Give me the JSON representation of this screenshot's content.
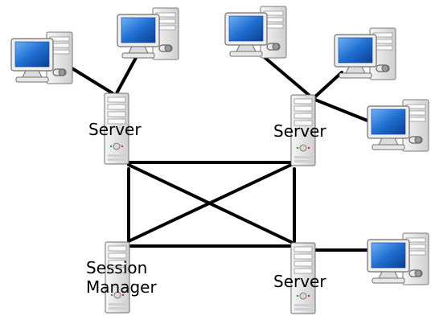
{
  "labels": {
    "server_top_left": "Server",
    "server_top_right": "Server",
    "server_bottom_right": "Server",
    "session_manager_line1": "Session",
    "session_manager_line2": "Manager"
  },
  "icons": {
    "server": "server-tower-icon",
    "client": "desktop-computer-icon"
  },
  "colors": {
    "link": "#000000",
    "monitor_screen": "#1f6fd1",
    "case": "#e4e4e4"
  }
}
